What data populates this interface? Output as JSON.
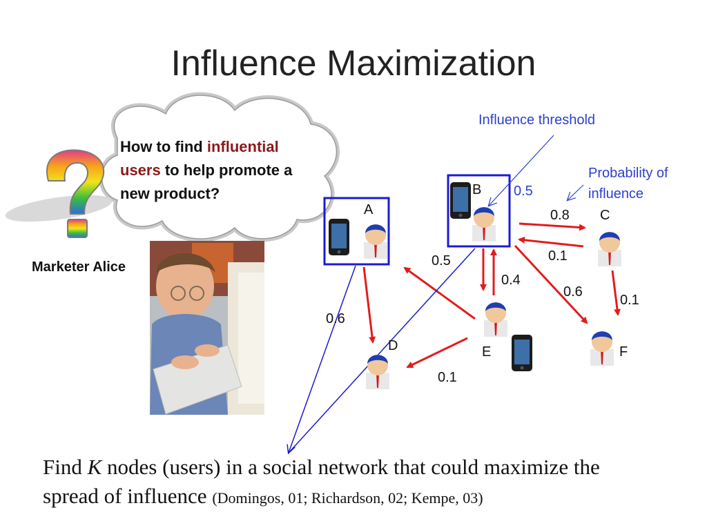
{
  "title": "Influence Maximization",
  "question": {
    "part1": "How to find ",
    "highlight1": "influential",
    "highlight2": "users",
    "part2": " to help promote a",
    "part3": "new product?"
  },
  "marketer_label": "Marketer Alice",
  "annotations": {
    "threshold": "Influence threshold",
    "probability_line1": "Probability of",
    "probability_line2": "influence"
  },
  "nodes": {
    "A": "A",
    "B": "B",
    "C": "C",
    "D": "D",
    "E": "E",
    "F": "F"
  },
  "edges": [
    {
      "from": "B",
      "to": "C",
      "weight": "0.8"
    },
    {
      "from": "C",
      "to": "B",
      "weight": "0.1"
    },
    {
      "from": "B",
      "to": "E",
      "weight": "0.4"
    },
    {
      "from": "E",
      "to": "A",
      "weight": "0.5"
    },
    {
      "from": "B",
      "to": "F",
      "weight": "0.6"
    },
    {
      "from": "C",
      "to": "F",
      "weight": "0.1"
    },
    {
      "from": "A",
      "to": "D",
      "weight": "0.6"
    },
    {
      "from": "E",
      "to": "D",
      "weight": "0.1"
    }
  ],
  "threshold_value": "0.5",
  "bottom": {
    "line1_a": "Find ",
    "line1_k": "K",
    "line1_b": " nodes (users) in a social network that could maximize the",
    "line2": "spread of influence ",
    "citation": "(Domingos, 01; Richardson, 02; Kempe, 03)"
  },
  "colors": {
    "edge": "#e31b1b",
    "selection_box": "#1a1ad6",
    "annotation": "#2a3fd1",
    "highlight": "#8b1a1a"
  }
}
